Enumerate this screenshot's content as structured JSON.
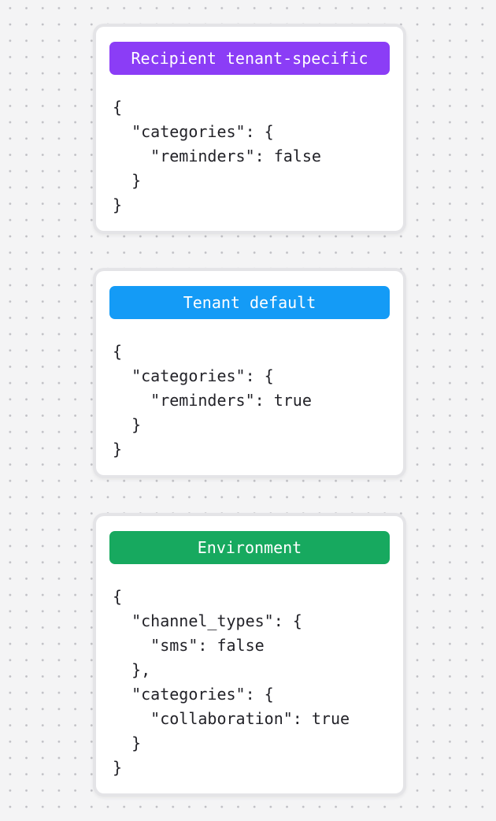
{
  "canvas": {
    "background_color": "#f4f4f5",
    "dot_color": "#bfbfc4"
  },
  "cards": [
    {
      "label": "Recipient tenant-specific",
      "badge_color": "#8b3df6",
      "code": "{\n  \"categories\": {\n    \"reminders\": false\n  }\n}"
    },
    {
      "label": "Tenant default",
      "badge_color": "#149bf6",
      "code": "{\n  \"categories\": {\n    \"reminders\": true\n  }\n}"
    },
    {
      "label": "Environment",
      "badge_color": "#17a95f",
      "code": "{\n  \"channel_types\": {\n    \"sms\": false\n  },\n  \"categories\": {\n    \"collaboration\": true\n  }\n}"
    }
  ]
}
